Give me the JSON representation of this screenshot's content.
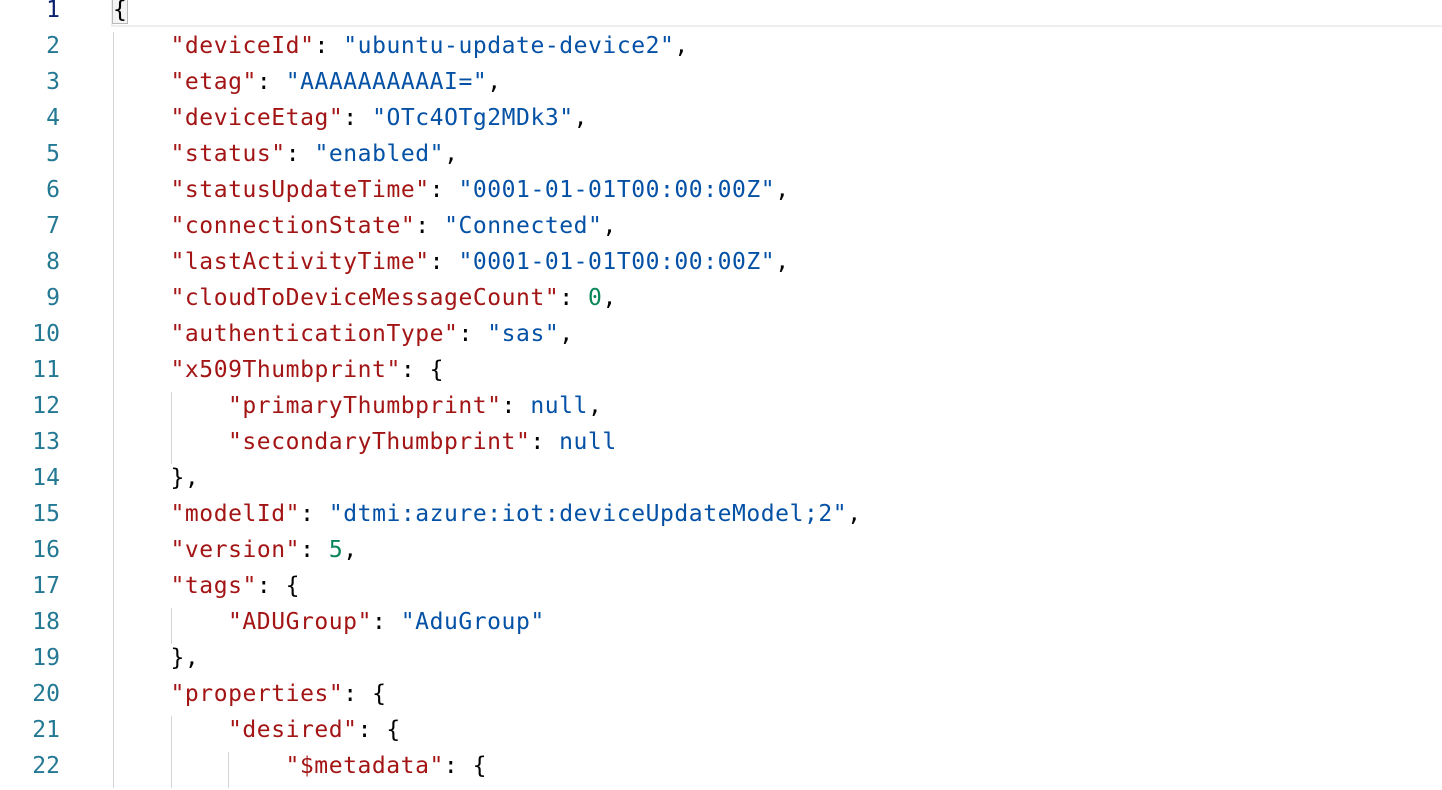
{
  "editor": {
    "language": "json",
    "colors": {
      "key": "#a31515",
      "string": "#0451a5",
      "number": "#098658",
      "constant": "#0451a5",
      "punctuation": "#000000",
      "line_number": "#237893",
      "line_number_active": "#0b216f",
      "indent_guide": "#d3d3d3"
    },
    "lines": [
      {
        "no": "1",
        "indent": 0,
        "tokens": [
          {
            "t": "p",
            "v": "{"
          }
        ]
      },
      {
        "no": "2",
        "indent": 1,
        "tokens": [
          {
            "t": "k",
            "v": "\"deviceId\""
          },
          {
            "t": "p",
            "v": ": "
          },
          {
            "t": "s",
            "v": "\"ubuntu-update-device2\""
          },
          {
            "t": "p",
            "v": ","
          }
        ]
      },
      {
        "no": "3",
        "indent": 1,
        "tokens": [
          {
            "t": "k",
            "v": "\"etag\""
          },
          {
            "t": "p",
            "v": ": "
          },
          {
            "t": "s",
            "v": "\"AAAAAAAAAAI=\""
          },
          {
            "t": "p",
            "v": ","
          }
        ]
      },
      {
        "no": "4",
        "indent": 1,
        "tokens": [
          {
            "t": "k",
            "v": "\"deviceEtag\""
          },
          {
            "t": "p",
            "v": ": "
          },
          {
            "t": "s",
            "v": "\"OTc4OTg2MDk3\""
          },
          {
            "t": "p",
            "v": ","
          }
        ]
      },
      {
        "no": "5",
        "indent": 1,
        "tokens": [
          {
            "t": "k",
            "v": "\"status\""
          },
          {
            "t": "p",
            "v": ": "
          },
          {
            "t": "s",
            "v": "\"enabled\""
          },
          {
            "t": "p",
            "v": ","
          }
        ]
      },
      {
        "no": "6",
        "indent": 1,
        "tokens": [
          {
            "t": "k",
            "v": "\"statusUpdateTime\""
          },
          {
            "t": "p",
            "v": ": "
          },
          {
            "t": "s",
            "v": "\"0001-01-01T00:00:00Z\""
          },
          {
            "t": "p",
            "v": ","
          }
        ]
      },
      {
        "no": "7",
        "indent": 1,
        "tokens": [
          {
            "t": "k",
            "v": "\"connectionState\""
          },
          {
            "t": "p",
            "v": ": "
          },
          {
            "t": "s",
            "v": "\"Connected\""
          },
          {
            "t": "p",
            "v": ","
          }
        ]
      },
      {
        "no": "8",
        "indent": 1,
        "tokens": [
          {
            "t": "k",
            "v": "\"lastActivityTime\""
          },
          {
            "t": "p",
            "v": ": "
          },
          {
            "t": "s",
            "v": "\"0001-01-01T00:00:00Z\""
          },
          {
            "t": "p",
            "v": ","
          }
        ]
      },
      {
        "no": "9",
        "indent": 1,
        "tokens": [
          {
            "t": "k",
            "v": "\"cloudToDeviceMessageCount\""
          },
          {
            "t": "p",
            "v": ": "
          },
          {
            "t": "n",
            "v": "0"
          },
          {
            "t": "p",
            "v": ","
          }
        ]
      },
      {
        "no": "10",
        "indent": 1,
        "tokens": [
          {
            "t": "k",
            "v": "\"authenticationType\""
          },
          {
            "t": "p",
            "v": ": "
          },
          {
            "t": "s",
            "v": "\"sas\""
          },
          {
            "t": "p",
            "v": ","
          }
        ]
      },
      {
        "no": "11",
        "indent": 1,
        "tokens": [
          {
            "t": "k",
            "v": "\"x509Thumbprint\""
          },
          {
            "t": "p",
            "v": ": {"
          }
        ]
      },
      {
        "no": "12",
        "indent": 2,
        "tokens": [
          {
            "t": "k",
            "v": "\"primaryThumbprint\""
          },
          {
            "t": "p",
            "v": ": "
          },
          {
            "t": "c",
            "v": "null"
          },
          {
            "t": "p",
            "v": ","
          }
        ]
      },
      {
        "no": "13",
        "indent": 2,
        "tokens": [
          {
            "t": "k",
            "v": "\"secondaryThumbprint\""
          },
          {
            "t": "p",
            "v": ": "
          },
          {
            "t": "c",
            "v": "null"
          }
        ]
      },
      {
        "no": "14",
        "indent": 1,
        "tokens": [
          {
            "t": "p",
            "v": "},"
          }
        ]
      },
      {
        "no": "15",
        "indent": 1,
        "tokens": [
          {
            "t": "k",
            "v": "\"modelId\""
          },
          {
            "t": "p",
            "v": ": "
          },
          {
            "t": "s",
            "v": "\"dtmi:azure:iot:deviceUpdateModel;2\""
          },
          {
            "t": "p",
            "v": ","
          }
        ]
      },
      {
        "no": "16",
        "indent": 1,
        "tokens": [
          {
            "t": "k",
            "v": "\"version\""
          },
          {
            "t": "p",
            "v": ": "
          },
          {
            "t": "n",
            "v": "5"
          },
          {
            "t": "p",
            "v": ","
          }
        ]
      },
      {
        "no": "17",
        "indent": 1,
        "tokens": [
          {
            "t": "k",
            "v": "\"tags\""
          },
          {
            "t": "p",
            "v": ": {"
          }
        ]
      },
      {
        "no": "18",
        "indent": 2,
        "tokens": [
          {
            "t": "k",
            "v": "\"ADUGroup\""
          },
          {
            "t": "p",
            "v": ": "
          },
          {
            "t": "s",
            "v": "\"AduGroup\""
          }
        ]
      },
      {
        "no": "19",
        "indent": 1,
        "tokens": [
          {
            "t": "p",
            "v": "},"
          }
        ]
      },
      {
        "no": "20",
        "indent": 1,
        "tokens": [
          {
            "t": "k",
            "v": "\"properties\""
          },
          {
            "t": "p",
            "v": ": {"
          }
        ]
      },
      {
        "no": "21",
        "indent": 2,
        "tokens": [
          {
            "t": "k",
            "v": "\"desired\""
          },
          {
            "t": "p",
            "v": ": {"
          }
        ]
      },
      {
        "no": "22",
        "indent": 3,
        "tokens": [
          {
            "t": "k",
            "v": "\"$metadata\""
          },
          {
            "t": "p",
            "v": ": {"
          }
        ]
      }
    ],
    "current_line": "1"
  }
}
